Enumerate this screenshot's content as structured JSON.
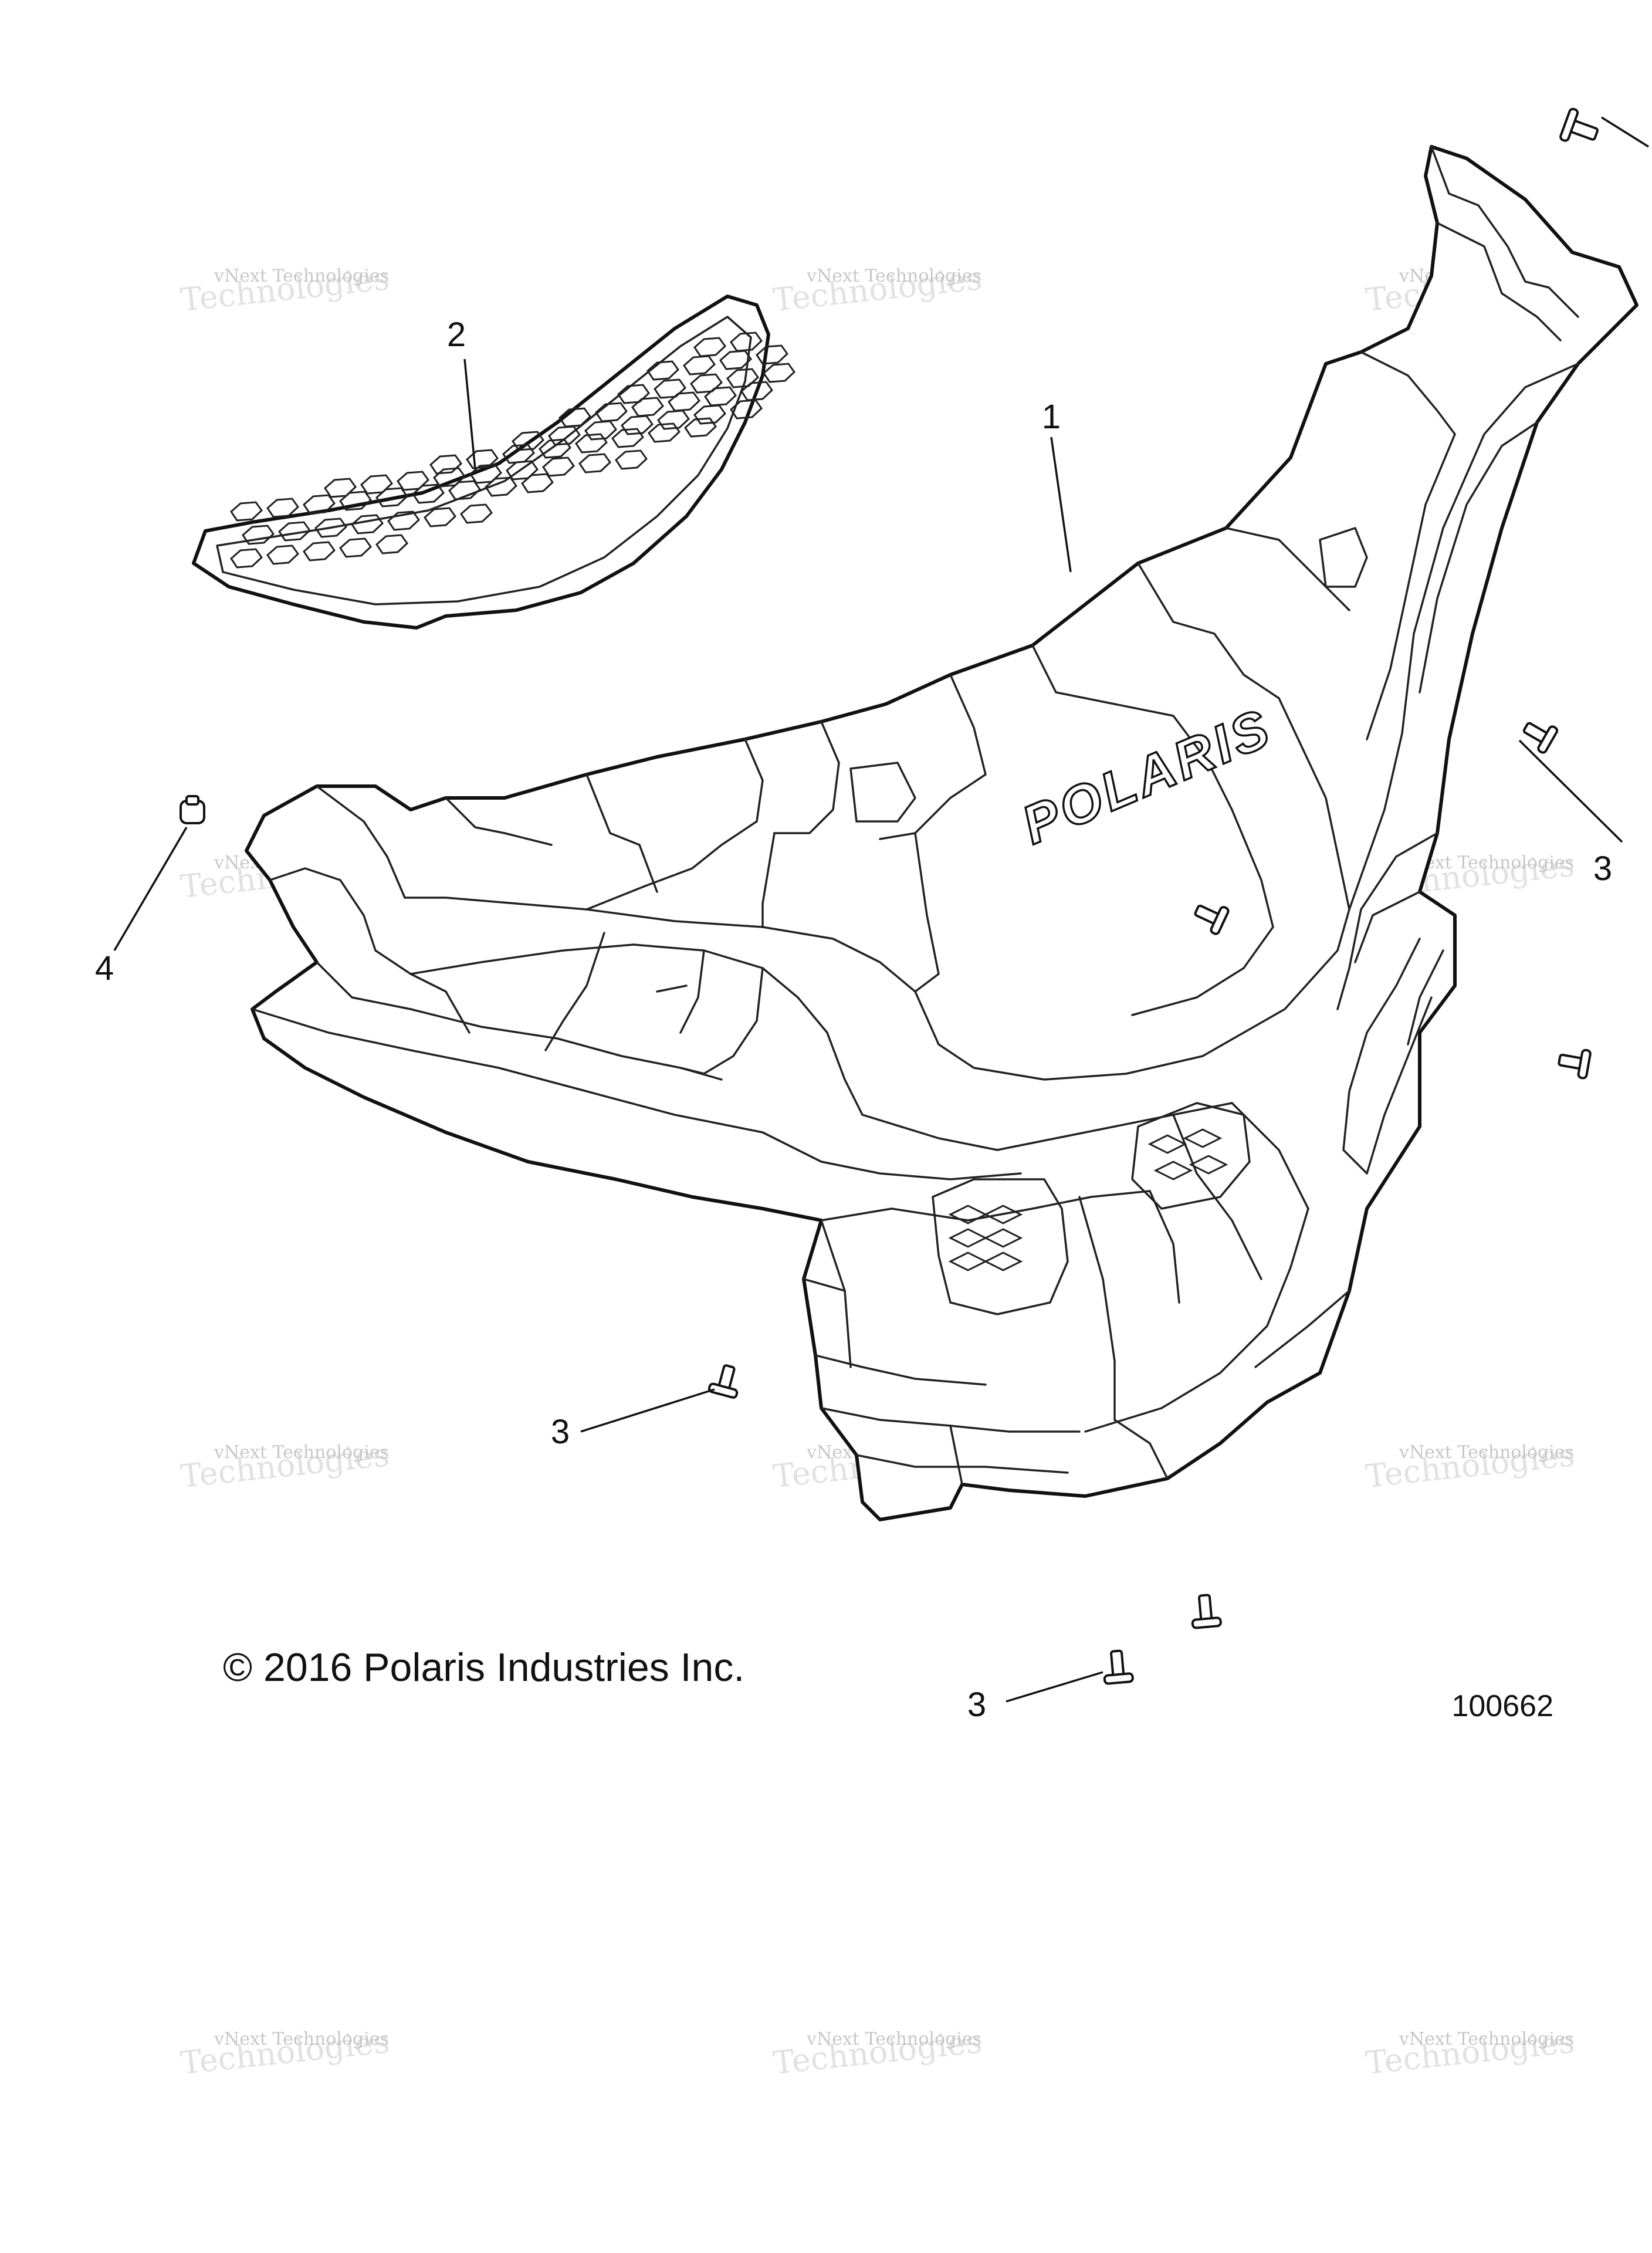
{
  "callouts": [
    {
      "label": "1",
      "part": "front-bumper"
    },
    {
      "label": "2",
      "part": "grille"
    },
    {
      "label": "3",
      "part": "screw"
    },
    {
      "label": "3",
      "part": "screw"
    },
    {
      "label": "3",
      "part": "screw"
    },
    {
      "label": "4",
      "part": "nut-clip"
    }
  ],
  "logo_text": "POLARIS",
  "copyright": "© 2016 Polaris Industries Inc.",
  "figure_number": "100662",
  "watermark": {
    "line1": "vNext Technologies",
    "line2": "Technologies"
  }
}
